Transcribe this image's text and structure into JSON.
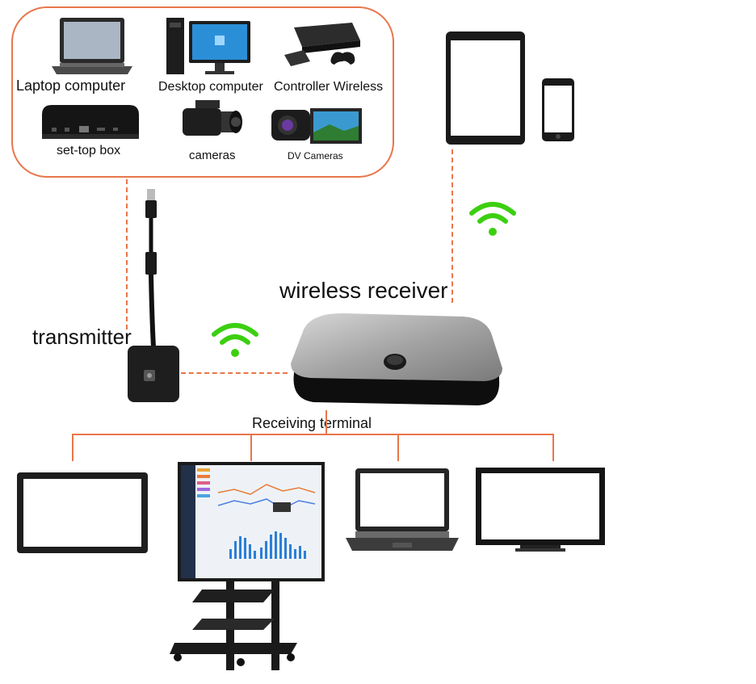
{
  "sources": {
    "laptop": "Laptop computer",
    "desktop": "Desktop computer",
    "controller": "Controller Wireless",
    "settop": "set-top box",
    "cameras": "cameras",
    "dv": "DV Cameras"
  },
  "transmitter_label": "transmitter",
  "receiver_label": "wireless receiver",
  "terminal_label": "Receiving terminal",
  "colors": {
    "line": "#e8764a",
    "wifi": "#3ccf10"
  }
}
